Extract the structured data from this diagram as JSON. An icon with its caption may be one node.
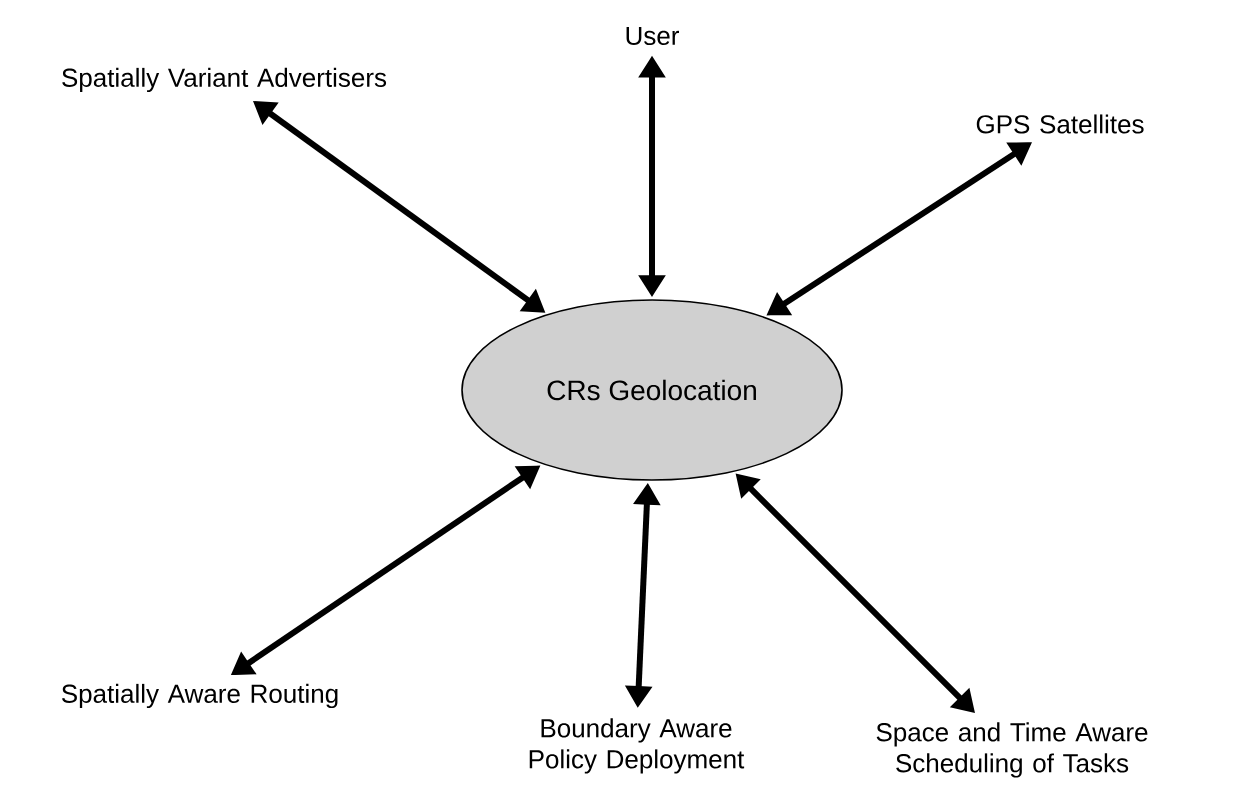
{
  "diagram": {
    "nodes": [
      {
        "text": [
          "User"
        ]
      },
      {
        "text": [
          "Spatially Variant Advertisers"
        ]
      },
      {
        "text": [
          "GPS Satellites"
        ]
      },
      {
        "text": [
          "CRs Geolocation"
        ]
      },
      {
        "text": [
          "Spatially Aware Routing"
        ]
      },
      {
        "text": [
          "Space and Time Aware Scheduling of Tasks"
        ]
      },
      {
        "text": [
          "Boundary Aware Policy Deployment"
        ]
      }
    ],
    "edges": [
      {
        "from": 3,
        "to": 0,
        "arrow": "both"
      },
      {
        "from": 3,
        "to": 1,
        "arrow": "both"
      },
      {
        "from": 3,
        "to": 2,
        "arrow": "both"
      },
      {
        "from": 3,
        "to": 4,
        "arrow": "both"
      },
      {
        "from": 3,
        "to": 5,
        "arrow": "both"
      },
      {
        "from": 3,
        "to": 6,
        "arrow": "both"
      }
    ]
  }
}
